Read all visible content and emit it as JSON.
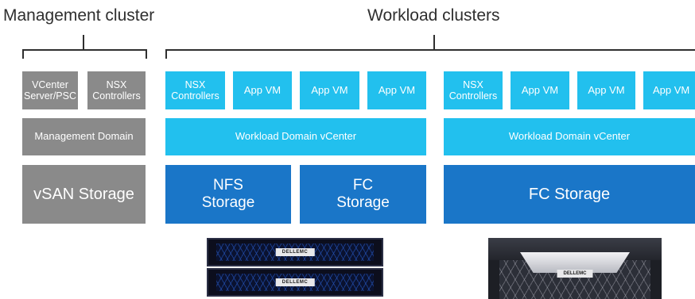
{
  "headers": {
    "management": "Management cluster",
    "workload": "Workload clusters"
  },
  "management": {
    "vcenter": "VCenter\nServer/PSC",
    "nsx": "NSX\nControllers",
    "domain": "Management Domain",
    "storage": "vSAN Storage"
  },
  "workload1": {
    "nsx": "NSX\nControllers",
    "app1": "App VM",
    "app2": "App VM",
    "app3": "App VM",
    "domain": "Workload Domain vCenter",
    "storage_nfs": "NFS\nStorage",
    "storage_fc": "FC\nStorage"
  },
  "workload2": {
    "nsx": "NSX\nControllers",
    "app1": "App VM",
    "app2": "App VM",
    "app3": "App VM",
    "domain": "Workload Domain vCenter",
    "storage": "FC Storage"
  },
  "appliances": {
    "powerstore_brand": "DELLEMC",
    "powermax_brand": "DELLEMC"
  },
  "colors": {
    "gray": "#8a8a8a",
    "cyan": "#22c0ee",
    "blue": "#1a76c8",
    "text_dark": "#2f2f2f"
  }
}
